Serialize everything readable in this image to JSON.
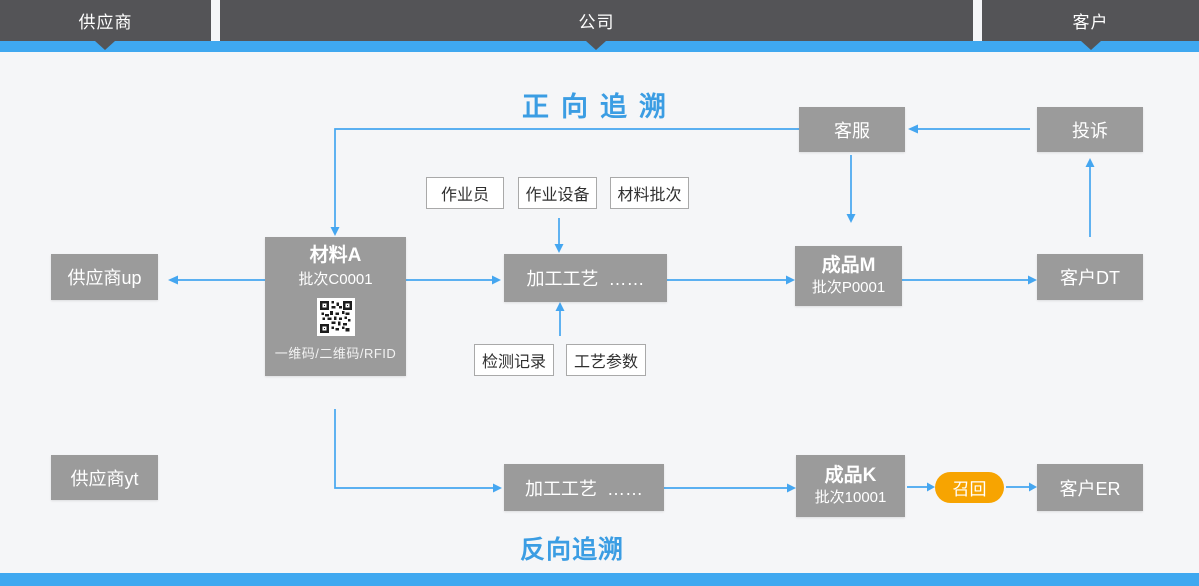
{
  "lanes": [
    {
      "label": "供应商"
    },
    {
      "label": "公司"
    },
    {
      "label": "客户"
    }
  ],
  "titles": {
    "forward": "正向追溯",
    "backward": "反向追溯"
  },
  "colors": {
    "accent_blue": "#3fa8f0",
    "arrow_blue": "#45a6f0",
    "title_blue": "#3b9de3",
    "node_gray": "#9b9b9b",
    "lane_dark": "#545457",
    "recall_orange": "#f7a401",
    "background": "#f5f6f8"
  },
  "nodes": {
    "customer_service": {
      "label": "客服"
    },
    "complaint": {
      "label": "投诉"
    },
    "operator": {
      "label": "作业员"
    },
    "equipment": {
      "label": "作业设备"
    },
    "material_batch": {
      "label": "材料批次"
    },
    "supplier_up": {
      "label": "供应商up"
    },
    "material_a": {
      "title": "材料A",
      "batch": "批次C0001",
      "codes": "一维码/二维码/RFID"
    },
    "process_1": {
      "label": "加工工艺  ……"
    },
    "product_m": {
      "title": "成品M",
      "batch": "批次P0001"
    },
    "customer_dt": {
      "label": "客户DT"
    },
    "inspection_record": {
      "label": "检测记录"
    },
    "process_params": {
      "label": "工艺参数"
    },
    "supplier_yt": {
      "label": "供应商yt"
    },
    "process_2": {
      "label": "加工工艺  ……"
    },
    "product_k": {
      "title": "成品K",
      "batch": "批次10001"
    },
    "recall": {
      "label": "召回"
    },
    "customer_er": {
      "label": "客户ER"
    }
  }
}
